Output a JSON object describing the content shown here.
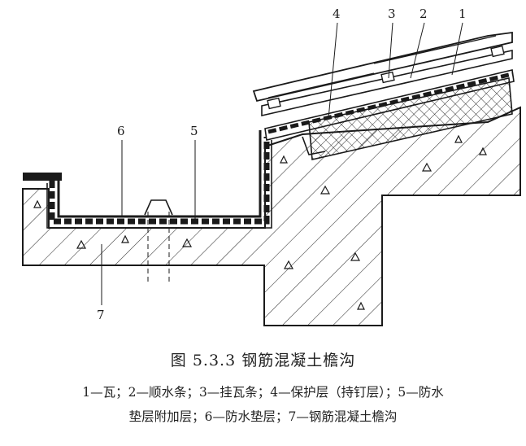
{
  "figure": {
    "title": "图 5.3.3   钢筋混凝土檐沟",
    "legend_line_1": "1—瓦；2—顺水条；3—挂瓦条；4—保护层（持钉层）；5—防水",
    "legend_line_2": "垫层附加层；6—防水垫层；7—钢筋混凝土檐沟"
  },
  "callouts": {
    "c1": "1",
    "c2": "2",
    "c3": "3",
    "c4": "4",
    "c5": "5",
    "c6": "6",
    "c7": "7"
  },
  "colors": {
    "ink": "#1a1a1a",
    "paper": "#ffffff"
  }
}
